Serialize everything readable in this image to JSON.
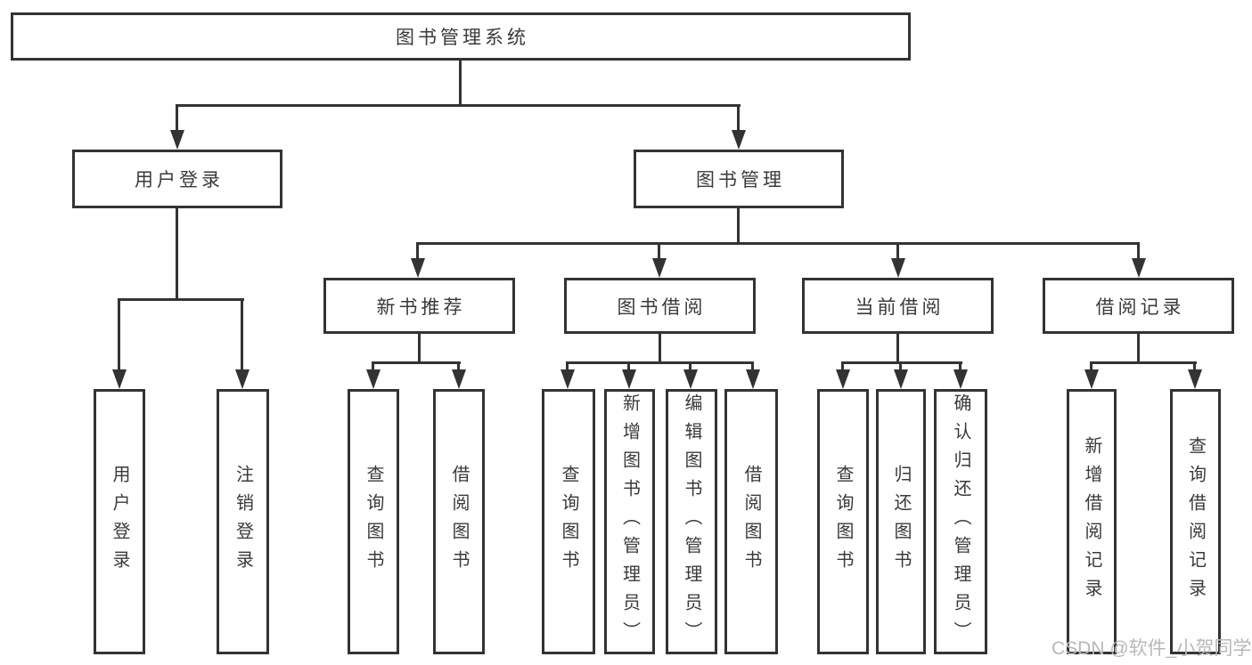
{
  "diagram": {
    "root": "图书管理系统",
    "level2": [
      "用户登录",
      "图书管理"
    ],
    "level3": [
      "新书推荐",
      "图书借阅",
      "当前借阅",
      "借阅记录"
    ],
    "leaves": {
      "login": [
        "用户登录",
        "注销登录"
      ],
      "recommend": [
        "查询图书",
        "借阅图书"
      ],
      "borrow": [
        "查询图书",
        "新增图书（管理员）",
        "编辑图书（管理员）",
        "借阅图书"
      ],
      "current": [
        "查询图书",
        "归还图书",
        "确认归还（管理员）"
      ],
      "records": [
        "新增借阅记录",
        "查询借阅记录"
      ]
    }
  },
  "watermark": "CSDN @软件_小贺同学",
  "colors": {
    "line": "#333333",
    "text": "#3a3a3a",
    "watermark_gray": "#b7b8bc"
  }
}
